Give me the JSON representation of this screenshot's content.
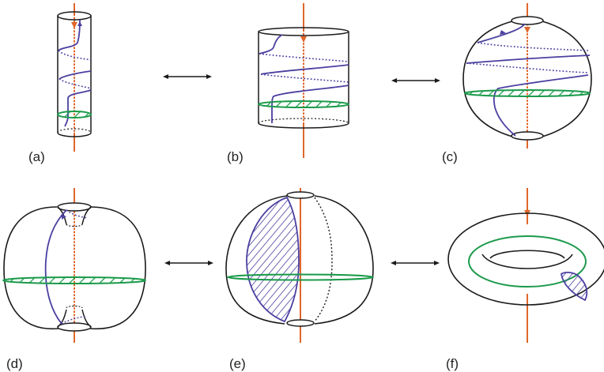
{
  "panels": [
    {
      "id": "a",
      "label": "(a)"
    },
    {
      "id": "b",
      "label": "(b)"
    },
    {
      "id": "c",
      "label": "(c)"
    },
    {
      "id": "d",
      "label": "(d)"
    },
    {
      "id": "e",
      "label": "(e)"
    },
    {
      "id": "f",
      "label": "(f)"
    }
  ],
  "colors": {
    "outline": "#1a1a1a",
    "axis": "#e0662a",
    "curve": "#4a3fa0",
    "disk": "#1a9a4a"
  }
}
